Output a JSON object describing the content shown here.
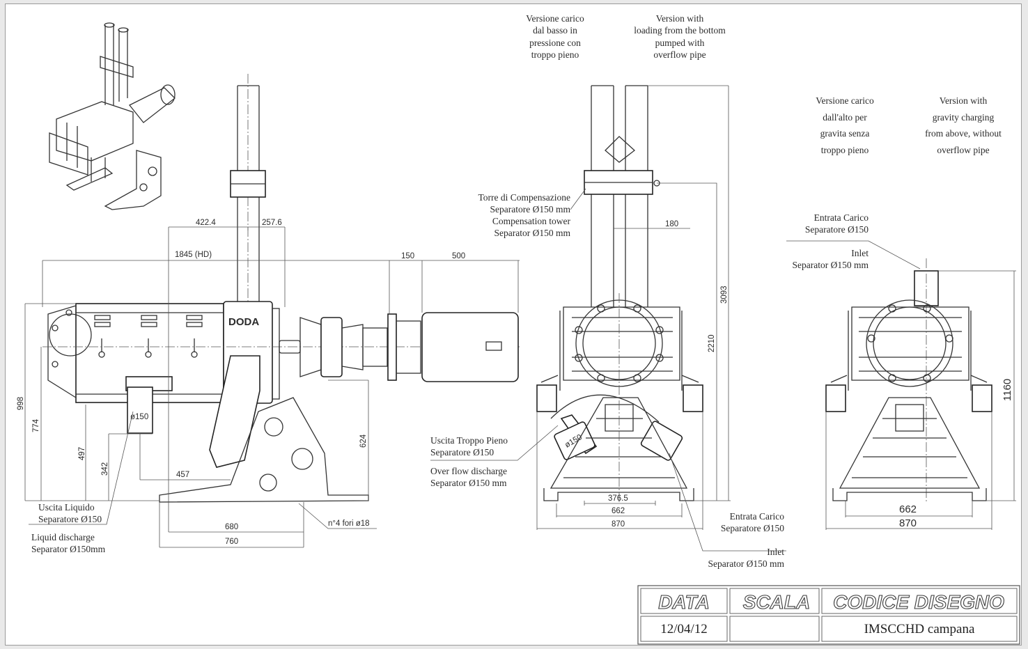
{
  "labels": {
    "top_it": [
      "Versione carico",
      "dal basso in",
      "pressione con",
      "troppo pieno"
    ],
    "top_en": [
      "Version with",
      "loading from the bottom",
      "pumped with",
      "overflow pipe"
    ],
    "right_it": [
      "Versione carico",
      "dall'alto per",
      "gravita senza",
      "troppo pieno"
    ],
    "right_en": [
      "Version with",
      "gravity charging",
      "from above, without",
      "overflow pipe"
    ],
    "tower": [
      "Torre di Compensazione",
      "Separatore Ø150 mm",
      "Compensation tower",
      "Separator Ø150 mm"
    ],
    "entrata_right": [
      "Entrata Carico",
      "Separatore Ø150"
    ],
    "inlet_right": [
      "Inlet",
      "Separator Ø150 mm"
    ],
    "overflow": [
      "Uscita Troppo Pieno",
      "Separatore Ø150"
    ],
    "overflow_en": [
      "Over flow discharge",
      "Separator Ø150 mm"
    ],
    "liquid": [
      "Uscita Liquido",
      "Separatore Ø150"
    ],
    "liquid_en": [
      "Liquid discharge",
      "Separator Ø150mm"
    ],
    "entrata_mid": [
      "Entrata Carico",
      "Separatore Ø150"
    ],
    "inlet_mid": [
      "Inlet",
      "Separator Ø150 mm"
    ],
    "holes": "n°4  fori  ø18",
    "phi150a": "ø150",
    "phi150b": "ø150",
    "brand": "DODA"
  },
  "dims": {
    "d4224": "422.4",
    "d2576": "257.6",
    "d1845": "1845  (HD)",
    "d150": "150",
    "d500": "500",
    "d998": "998",
    "d774": "774",
    "d497": "497",
    "d342": "342",
    "d457": "457",
    "d624": "624",
    "d680": "680",
    "d760": "760",
    "d180": "180",
    "d3093": "3093",
    "d2210": "2210",
    "d3765": "376.5",
    "d662a": "662",
    "d870a": "870",
    "d662b": "662",
    "d870b": "870",
    "d1160": "1160"
  },
  "title_block": {
    "headers": [
      "DATA",
      "SCALA",
      "CODICE DISEGNO"
    ],
    "values": [
      "12/04/12",
      "",
      "IMSCCHD campana"
    ]
  }
}
